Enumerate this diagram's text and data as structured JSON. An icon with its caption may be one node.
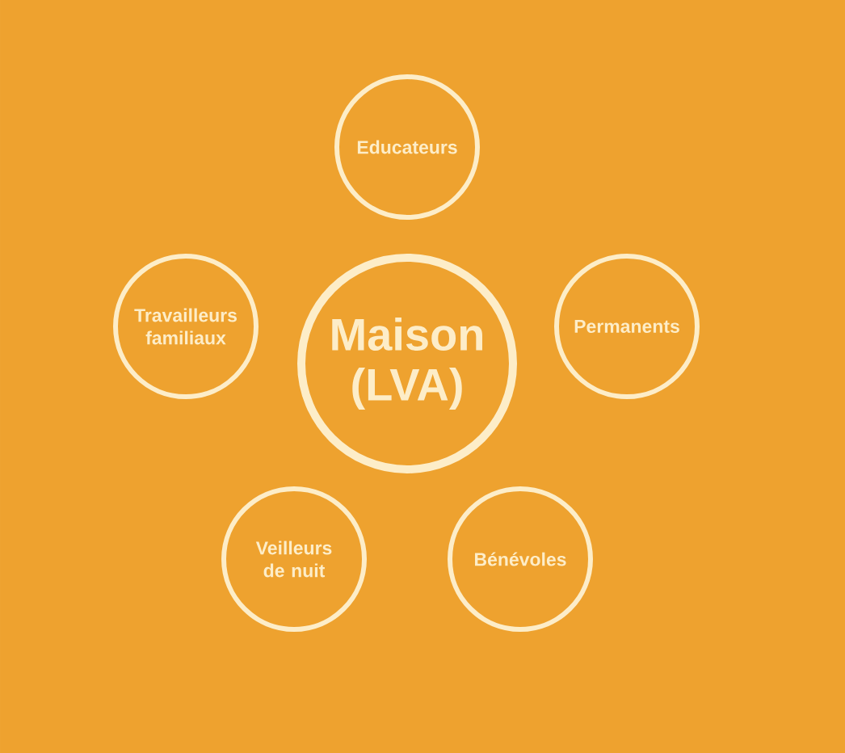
{
  "diagram": {
    "nodes": [
      {
        "text": [
          "Educateurs"
        ]
      },
      {
        "text": [
          "Travailleurs familiaux"
        ]
      },
      {
        "text": [
          "Maison (LVA)"
        ]
      },
      {
        "text": [
          "Permanents"
        ]
      },
      {
        "text": [
          "Veilleurs de nuit"
        ]
      },
      {
        "text": [
          "Bénévoles"
        ]
      }
    ]
  }
}
